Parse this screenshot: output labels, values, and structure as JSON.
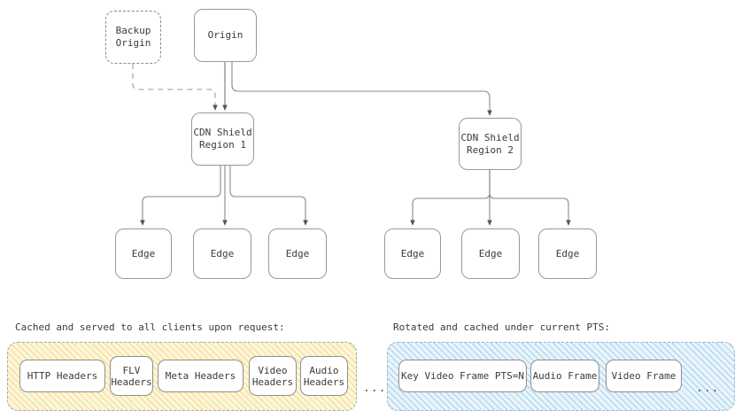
{
  "diagram": {
    "title_hidden": "",
    "background": "#ffffff",
    "line_color": "#6b6b6b",
    "node_border": "#999999",
    "nodes": {
      "backup_origin": {
        "label": "Backup\nOrigin",
        "style": "dashed"
      },
      "origin": {
        "label": "Origin",
        "style": "solid"
      },
      "shield_1": {
        "label": "CDN Shield\nRegion 1",
        "style": "solid"
      },
      "shield_2": {
        "label": "CDN Shield\nRegion 2",
        "style": "solid"
      },
      "edge_r1_a": {
        "label": "Edge"
      },
      "edge_r1_b": {
        "label": "Edge"
      },
      "edge_r1_c": {
        "label": "Edge"
      },
      "edge_r2_a": {
        "label": "Edge"
      },
      "edge_r2_b": {
        "label": "Edge"
      },
      "edge_r2_c": {
        "label": "Edge"
      }
    }
  },
  "cache_groups": [
    {
      "id": "headers-group",
      "caption": "Cached and served to all clients upon request:",
      "accent": "#e4c45a",
      "fill": "#fdf6d8",
      "ellipsis": "...",
      "items": [
        {
          "label": "HTTP Headers"
        },
        {
          "label": "FLV\nHeaders"
        },
        {
          "label": "Meta Headers"
        },
        {
          "label": "Video\nHeaders"
        },
        {
          "label": "Audio\nHeaders"
        }
      ]
    },
    {
      "id": "frames-group",
      "caption": "Rotated and cached under current PTS:",
      "accent": "#7db6de",
      "fill": "#e8f4fb",
      "ellipsis": "...",
      "items": [
        {
          "label": "Key Video Frame PTS=N"
        },
        {
          "label": "Audio Frame"
        },
        {
          "label": "Video Frame"
        }
      ]
    }
  ]
}
